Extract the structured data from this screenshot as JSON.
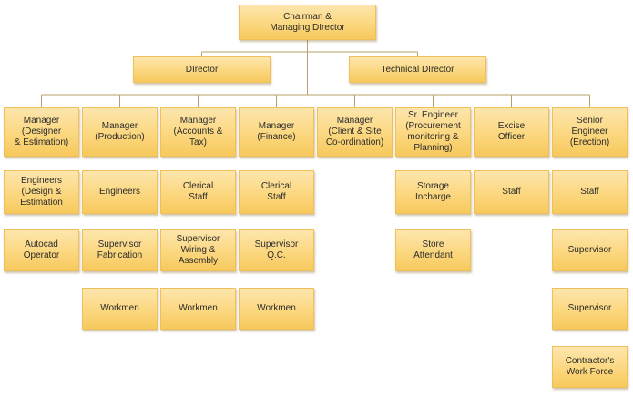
{
  "chart": {
    "nodes": {
      "chairman": "Chairman &\nManaging DIrector",
      "director": "DIrector",
      "tech_director": "Technical DIrector",
      "mgr_design": "Manager\n(Designer\n& Estimation)",
      "mgr_production": "Manager\n(Production)",
      "mgr_accounts": "Manager\n(Accounts &\nTax)",
      "mgr_finance": "Manager\n(Finance)",
      "mgr_client": "Manager\n(Client & Site\nCo-ordination)",
      "sr_engineer": "Sr. Engineer\n(Procurement\nmonitoring &\nPlanning)",
      "excise_officer": "Excise\nOfficer",
      "senior_engineer": "Senior\nEngineer\n(Erection)",
      "engineers_design": "Engineers\n(Design &\nEstimation",
      "engineers_prod": "Engineers",
      "clerical_accounts": "Clerical\nStaff",
      "clerical_finance": "Clerical\nStaff",
      "storage_incharge": "Storage\nIncharge",
      "staff_excise": "Staff",
      "staff_erection": "Staff",
      "autocad_operator": "Autocad\nOperator",
      "supervisor_fabrication": "Supervisor\nFabrication",
      "supervisor_wiring": "Supervisor\nWiring &\nAssembly",
      "supervisor_qc": "Supervisor\nQ.C.",
      "store_attendant": "Store\nAttendant",
      "supervisor_erection_1": "Supervisor",
      "workmen_prod": "Workmen",
      "workmen_accounts": "Workmen",
      "workmen_finance": "Workmen",
      "supervisor_erection_2": "Supervisor",
      "contractors_work_force": "Contractor's\nWork Force"
    }
  },
  "colors": {
    "box_fill_top": "#fde6ad",
    "box_fill_bottom": "#f7c95d",
    "box_border": "#efc059",
    "connector": "#b5a26a",
    "text": "#2b2b2b"
  }
}
